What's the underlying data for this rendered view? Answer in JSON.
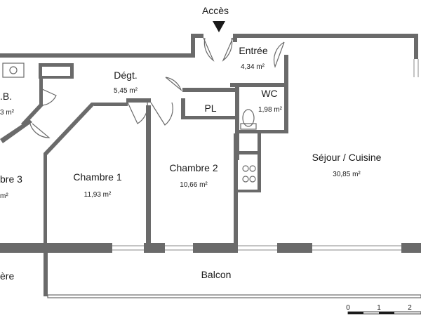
{
  "entrance": {
    "label": "Accès"
  },
  "rooms": [
    {
      "id": "entree",
      "name": "Entrée",
      "area": "4,34 m²"
    },
    {
      "id": "degt",
      "name": "Dégt.",
      "area": "5,45 m²"
    },
    {
      "id": "wc",
      "name": "WC",
      "area": "1,98 m²"
    },
    {
      "id": "pl",
      "name": "PL",
      "area": ""
    },
    {
      "id": "sdb",
      "name": ".B.",
      "area": "3 m²"
    },
    {
      "id": "chambre3",
      "name": "bre 3",
      "area": "m²"
    },
    {
      "id": "chambre1",
      "name": "Chambre 1",
      "area": "11,93 m²"
    },
    {
      "id": "chambre2",
      "name": "Chambre 2",
      "area": "10,66 m²"
    },
    {
      "id": "sejour",
      "name": "Séjour / Cuisine",
      "area": "30,85 m²"
    },
    {
      "id": "balcon",
      "name": "Balcon",
      "area": ""
    },
    {
      "id": "left-cut",
      "name": "ère",
      "area": ""
    }
  ],
  "scale": {
    "ticks": [
      "0",
      "1",
      "2"
    ]
  }
}
